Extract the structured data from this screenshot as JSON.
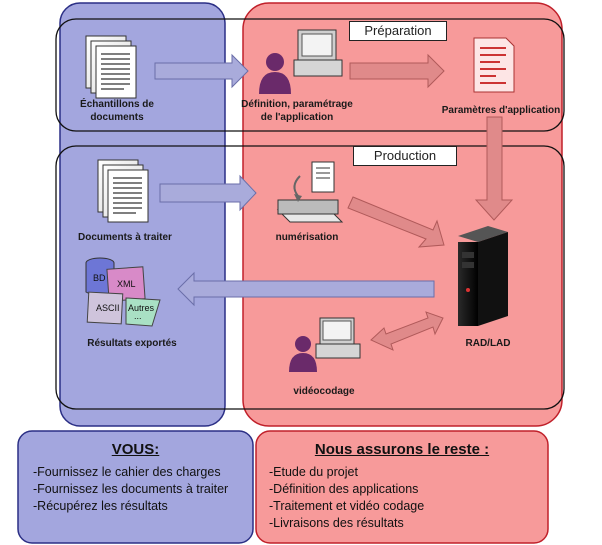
{
  "sections": {
    "preparation_label": "Préparation",
    "production_label": "Production"
  },
  "nodes": {
    "samples_label": "Échantillons de documents",
    "definition_label": "Définition, paramétrage de l'application",
    "params_label": "Paramètres d'application",
    "docs_to_process_label": "Documents à traiter",
    "digitization_label": "numérisation",
    "rad_label": "RAD/LAD",
    "exported_label": "Résultats exportés",
    "videocoding_label": "vidéocodage",
    "db_labels": {
      "bd": "BD",
      "xml": "XML",
      "ascii": "ASCII",
      "autres": "Autres",
      "autres_more": "..."
    }
  },
  "panels": {
    "you": {
      "title": "VOUS:",
      "items": [
        "-Fournissez le cahier des charges",
        "-Fournissez les documents à traiter",
        "-Récupérez les résultats"
      ]
    },
    "us": {
      "title": "Nous assurons le reste :",
      "items": [
        "-Etude du projet",
        "-Définition des applications",
        "-Traitement et vidéo codage",
        "-Livraisons des résultats"
      ]
    }
  },
  "colors": {
    "blue_fill": "#a3a6de",
    "blue_stroke": "#2b2f85",
    "red_fill": "#f79a9a",
    "red_stroke": "#c0202a",
    "arrow_blue": "#a9abdb",
    "arrow_red": "#e08a8a"
  }
}
